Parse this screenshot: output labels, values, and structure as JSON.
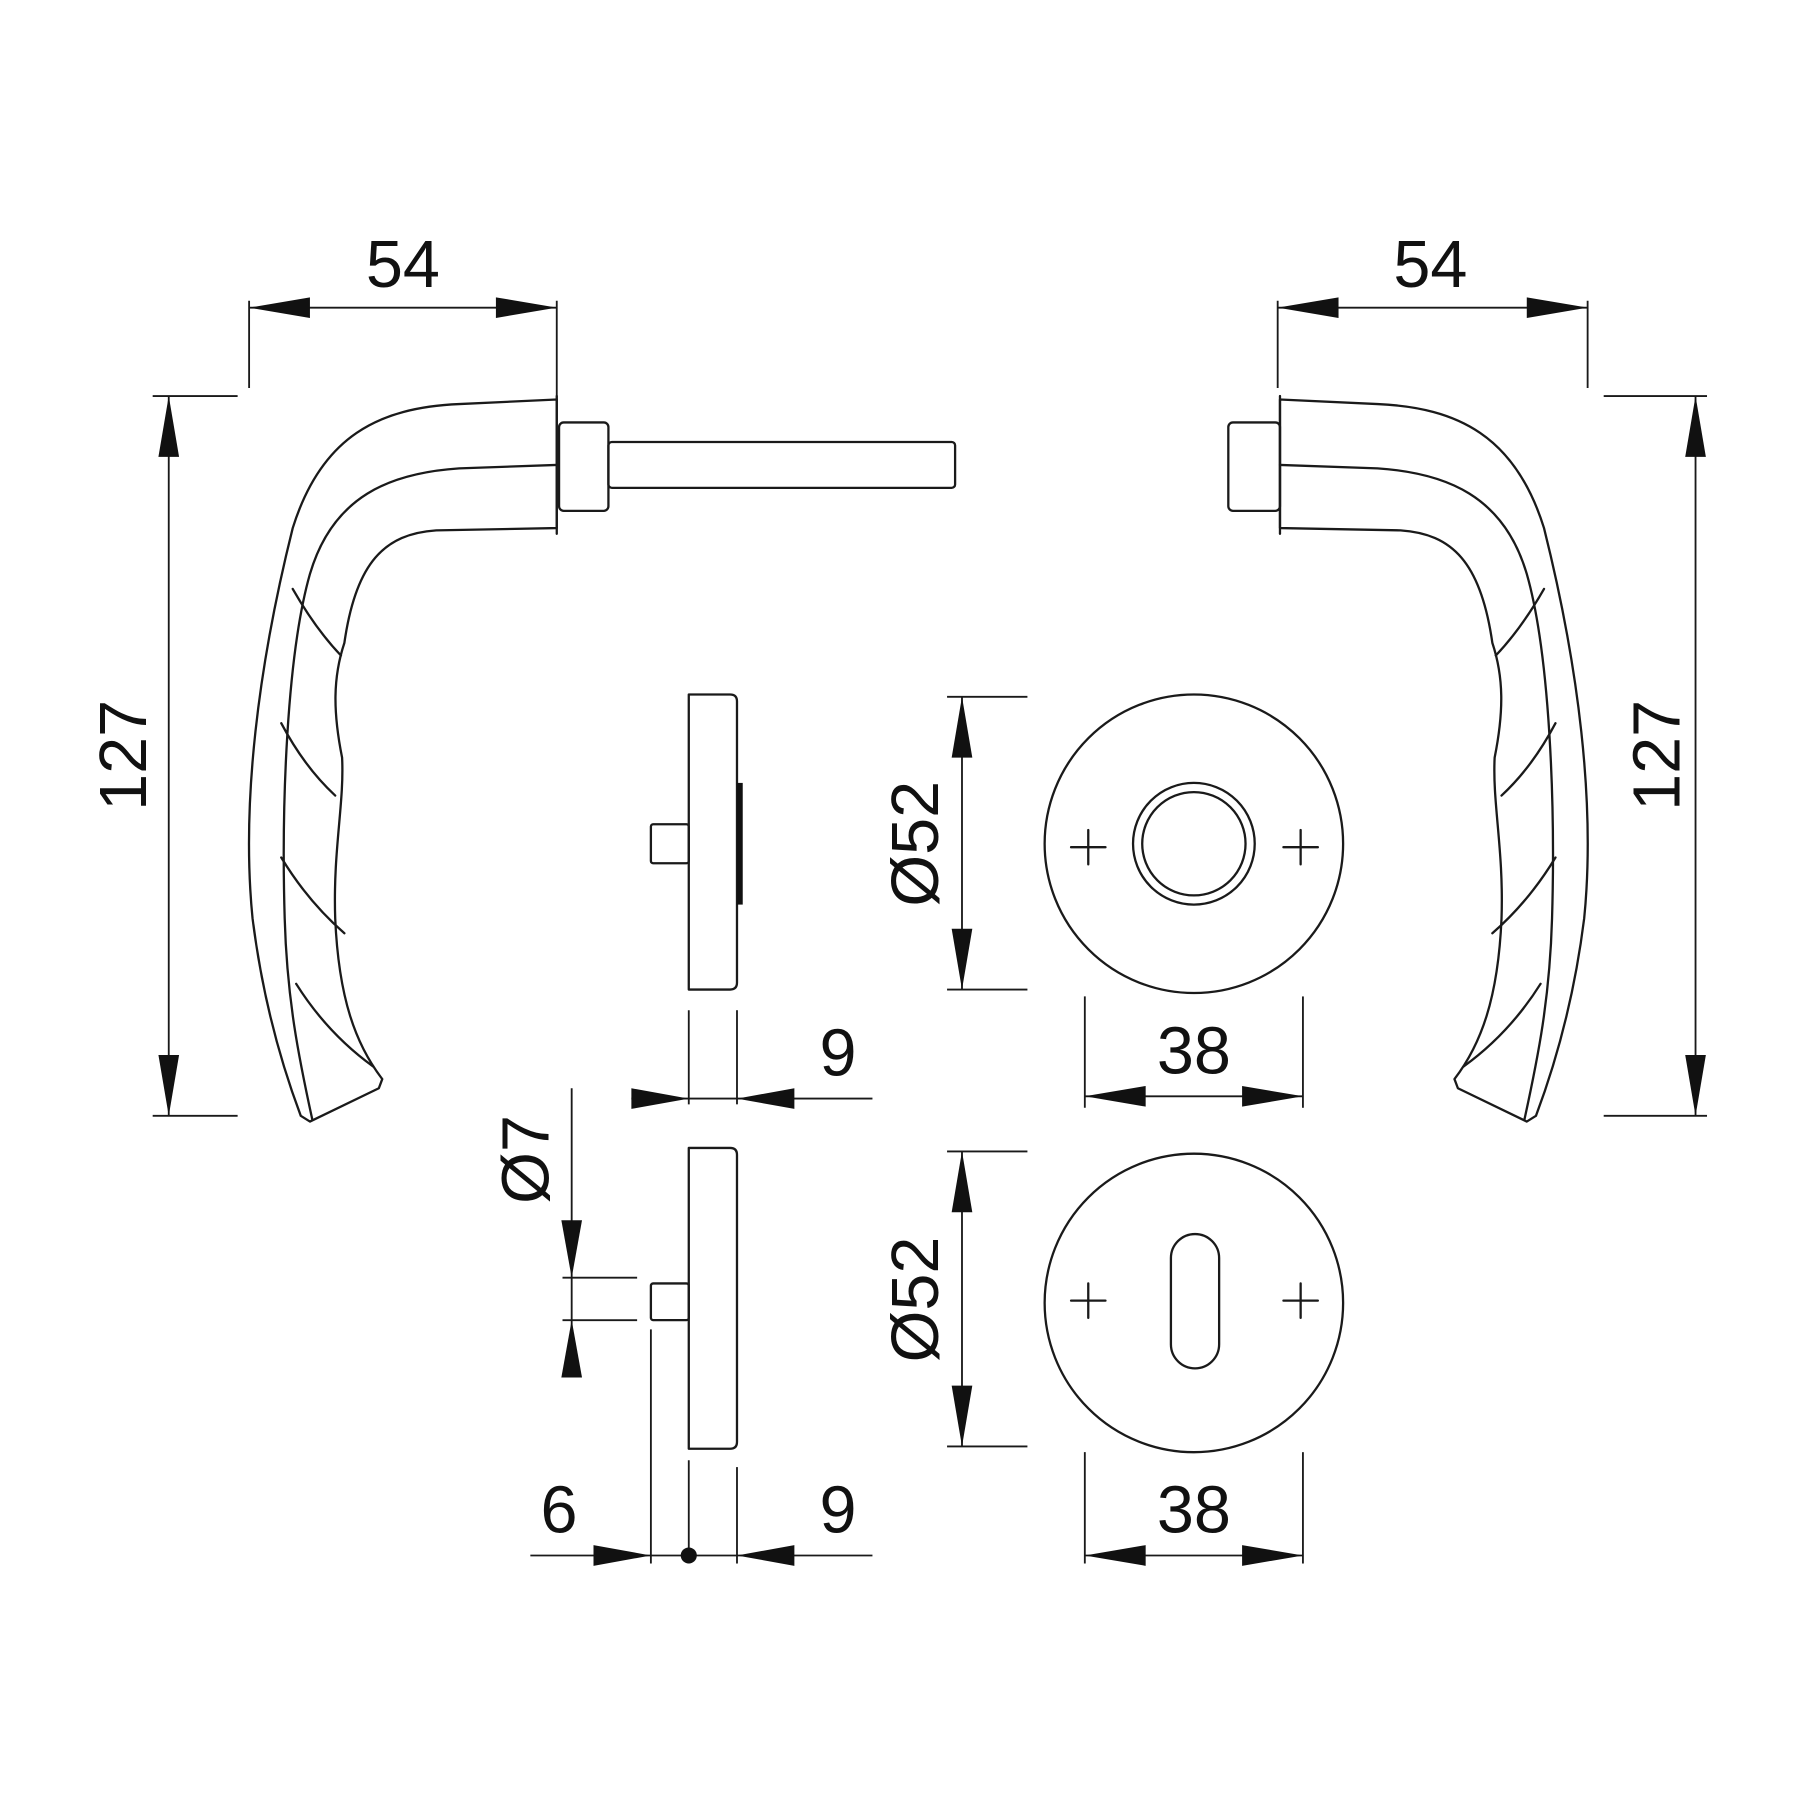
{
  "dimensions": {
    "left_handle_projection": "54",
    "left_handle_length": "127",
    "right_handle_projection": "54",
    "right_handle_length": "127",
    "rose_side_thickness": "9",
    "rose_diameter": "Ø52",
    "rose_screw_spacing": "38",
    "escutcheon_diameter": "Ø52",
    "escutcheon_screw_spacing": "38",
    "escutcheon_pin_diameter": "Ø7",
    "escutcheon_pin_offset": "6",
    "escutcheon_side_thickness": "9"
  },
  "colors": {
    "line": "#1a1a1a",
    "background": "#ffffff"
  }
}
